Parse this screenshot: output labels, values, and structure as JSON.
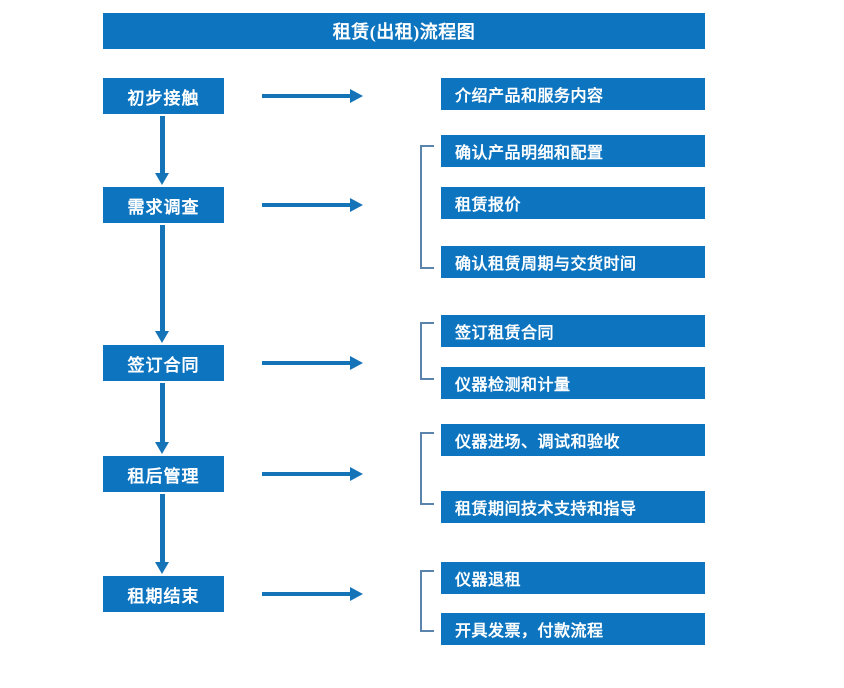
{
  "diagram": {
    "title": "租赁(出租)流程图",
    "accent_color": "#0d74bf",
    "arrow_color": "#1573b8",
    "bracket_color": "#5b84ad",
    "text_color": "#ffffff",
    "background_color": "#ffffff"
  },
  "stages": [
    {
      "id": "stage-1",
      "label": "初步接触"
    },
    {
      "id": "stage-2",
      "label": "需求调查"
    },
    {
      "id": "stage-3",
      "label": "签订合同"
    },
    {
      "id": "stage-4",
      "label": "租后管理"
    },
    {
      "id": "stage-5",
      "label": "租期结束"
    }
  ],
  "details": [
    {
      "id": "detail-1",
      "label": "介绍产品和服务内容"
    },
    {
      "id": "detail-2",
      "label": "确认产品明细和配置"
    },
    {
      "id": "detail-3",
      "label": "租赁报价"
    },
    {
      "id": "detail-4",
      "label": "确认租赁周期与交货时间"
    },
    {
      "id": "detail-5",
      "label": "签订租赁合同"
    },
    {
      "id": "detail-6",
      "label": "仪器检测和计量"
    },
    {
      "id": "detail-7",
      "label": "仪器进场、调试和验收"
    },
    {
      "id": "detail-8",
      "label": "租赁期间技术支持和指导"
    },
    {
      "id": "detail-9",
      "label": "仪器退租"
    },
    {
      "id": "detail-10",
      "label": "开具发票，付款流程"
    }
  ]
}
